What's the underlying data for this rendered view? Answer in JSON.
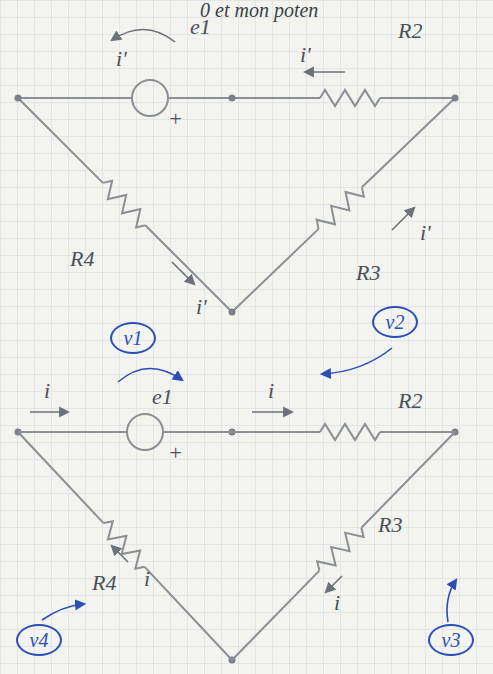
{
  "diagram": {
    "nodes": [
      {
        "text": [
          "v1"
        ]
      },
      {
        "text": [
          "v2"
        ]
      },
      {
        "text": [
          "v4"
        ]
      },
      {
        "text": [
          "v3"
        ]
      }
    ],
    "labels": [
      "0 et mon poten",
      "e1",
      "i'",
      "+",
      "i'",
      "R2",
      "R4",
      "i'",
      "R3",
      "i'",
      "e1",
      "i",
      "+",
      "i",
      "R2",
      "R4",
      "i",
      "R3",
      "i"
    ]
  }
}
